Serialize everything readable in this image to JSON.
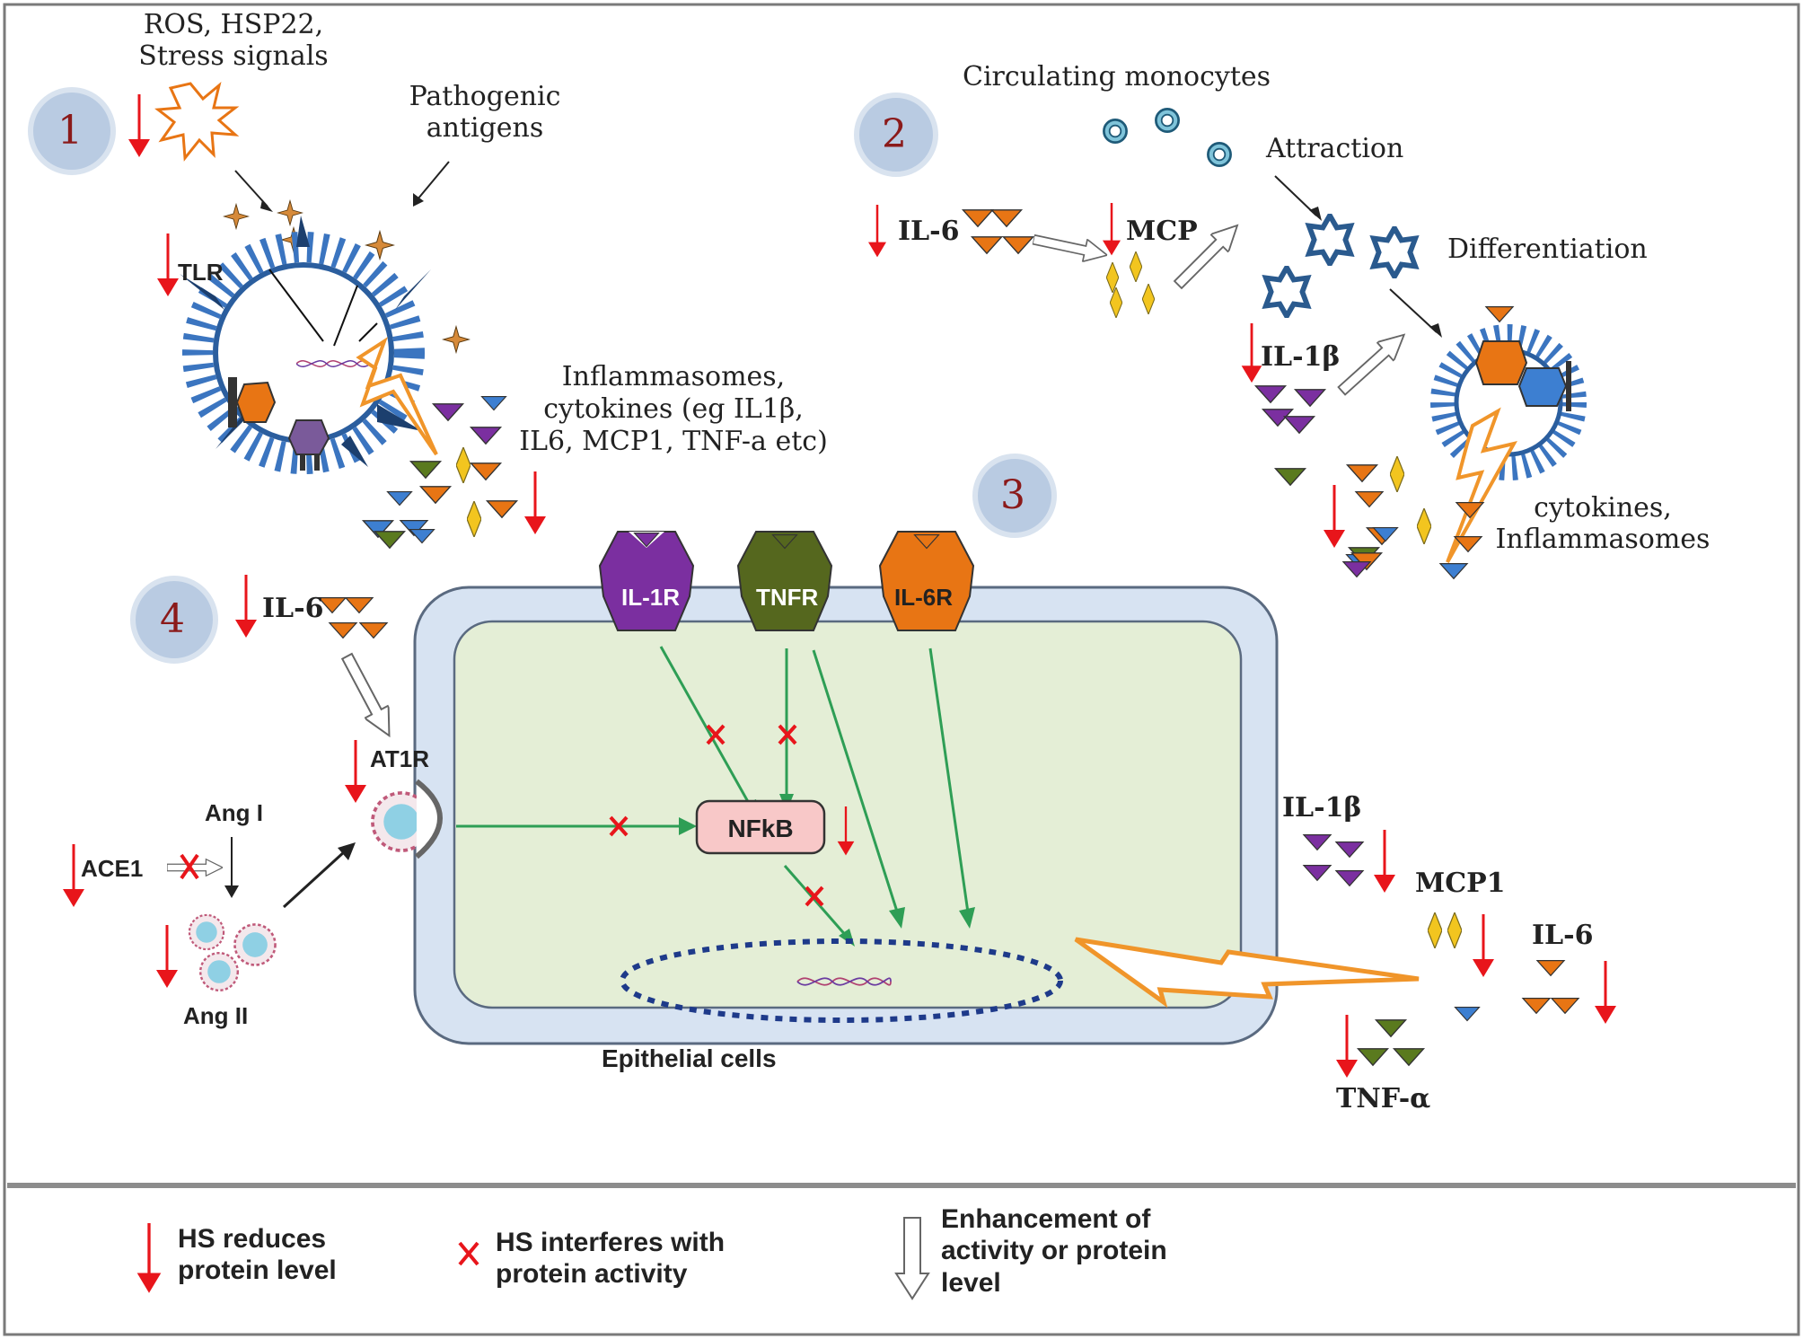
{
  "panel1": {
    "number": "1",
    "stress_line1": "ROS, HSP22,",
    "stress_line2": "Stress signals",
    "pathogen_line1": "Pathogenic",
    "pathogen_line2": "antigens",
    "tlr": "TLR",
    "inflam_line1": "Inflammasomes,",
    "inflam_line2": "cytokines (eg IL1β,",
    "inflam_line3": "IL6, MCP1, TNF-a etc)"
  },
  "panel2": {
    "number": "2",
    "monocytes": "Circulating monocytes",
    "attraction": "Attraction",
    "differentiation": "Differentiation",
    "il6": "IL-6",
    "mcp": "MCP",
    "il1b": "IL-1β",
    "cytokines_line1": "cytokines,",
    "cytokines_line2": "Inflammasomes"
  },
  "panel3": {
    "number": "3",
    "il1r": "IL-1R",
    "tnfr": "TNFR",
    "il6r": "IL-6R",
    "nfkb": "NFkB",
    "epithelial": "Epithelial cells",
    "out_il1b": "IL-1β",
    "out_mcp1": "MCP1",
    "out_il6": "IL-6",
    "out_tnfa": "TNF-α"
  },
  "panel4": {
    "number": "4",
    "il6": "IL-6",
    "at1r": "AT1R",
    "ang1": "Ang I",
    "ace1": "ACE1",
    "ang2": "Ang II"
  },
  "legend": {
    "reduce_line1": "HS reduces",
    "reduce_line2": "protein level",
    "interfere_line1": "HS interferes with",
    "interfere_line2": "protein activity",
    "enhance_line1": "Enhancement of",
    "enhance_line2": "activity or protein",
    "enhance_line3": "level"
  },
  "colors": {
    "red_arrow": "#e8151b",
    "green_arrow": "#2e9e55",
    "purple": "#7b2fa0",
    "orange": "#e87514",
    "olive": "#5a7a1e",
    "blue": "#3d7fd1",
    "yellow": "#f2c51f",
    "cell_membrane": "#d7e3f2",
    "cytoplasm": "#e4eed6",
    "nfkb_fill": "#f8c8c8",
    "badge": "#b9cbe2",
    "badge_num": "#8b1a1a"
  }
}
